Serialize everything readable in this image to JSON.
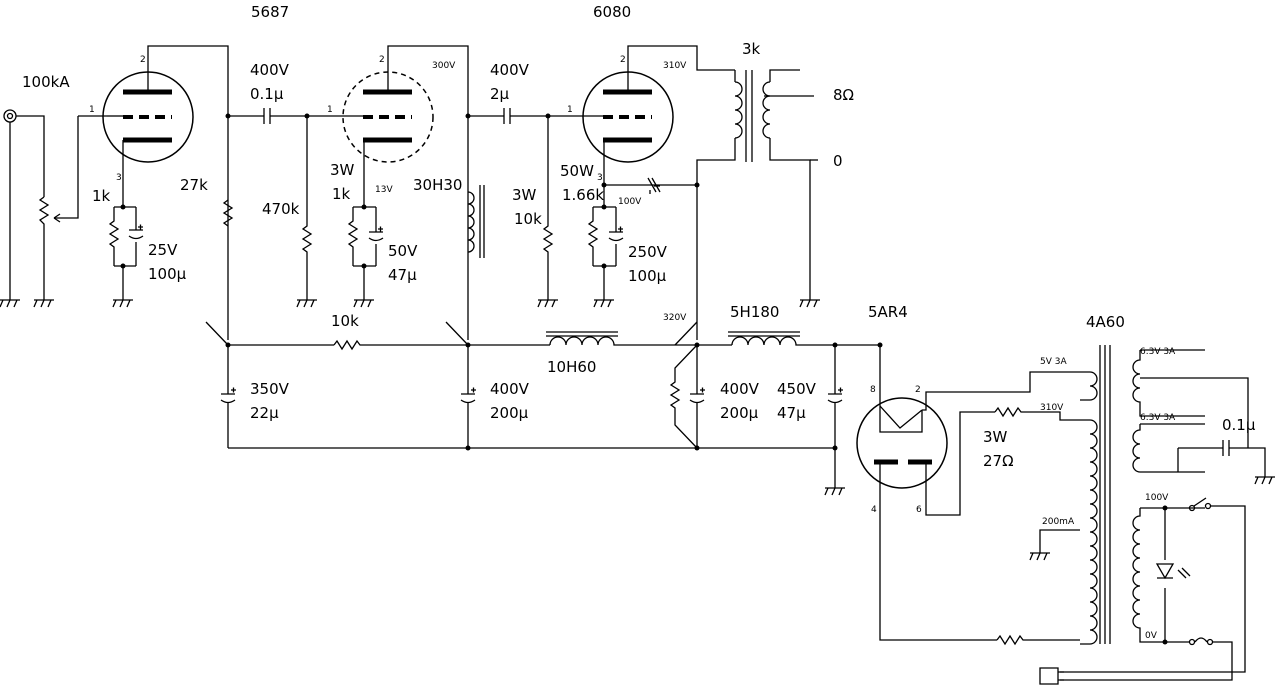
{
  "tubes": {
    "v1": "5687",
    "v2": "6080",
    "rect": "5AR4"
  },
  "input_pot": "100kA",
  "stage1": {
    "cathode_r": "1k",
    "bypass_v": "25V",
    "bypass_c": "100µ",
    "plate_r": "27k",
    "coupling_v": "400V",
    "coupling_c": "0.1µ",
    "grid_r": "470k"
  },
  "stage2": {
    "cathode_w": "3W",
    "cathode_r": "1k",
    "cathode_volt": "13V",
    "bypass_v": "50V",
    "bypass_c": "47µ",
    "plate_volt": "300V",
    "choke": "30H30",
    "coupling_v": "400V",
    "coupling_c": "2µ",
    "grid_w": "3W",
    "grid_r": "10k"
  },
  "output_stage": {
    "plate_volt": "310V",
    "cathode_w": "50W",
    "cathode_r": "1.66k",
    "cathode_volt": "100V",
    "bypass_v": "250V",
    "bypass_c": "100µ",
    "transformer": "3k",
    "tap_8": "8Ω",
    "tap_0": "0"
  },
  "supply": {
    "r_10k": "10k",
    "cap1_v": "350V",
    "cap1_c": "22µ",
    "cap2_v": "400V",
    "cap2_c": "200µ",
    "choke1": "10H60",
    "volt_320": "320V",
    "choke2": "5H180",
    "cap3_v": "400V",
    "cap3_c": "200µ",
    "cap4_v": "450V",
    "cap4_c": "47µ"
  },
  "power": {
    "transformer": "4A60",
    "w5v": "5V 3A",
    "w310": "310V",
    "w63a": "6.3V 3A",
    "w63b": "6.3V 3A",
    "heater_cap": "0.1µ",
    "r_w": "3W",
    "r_val": "27Ω",
    "ct_ma": "200mA",
    "v100": "100V",
    "v0": "0V"
  },
  "pins": {
    "p1": "1",
    "p2": "2",
    "p3": "3",
    "p4": "4",
    "p6": "6",
    "p8": "8"
  }
}
